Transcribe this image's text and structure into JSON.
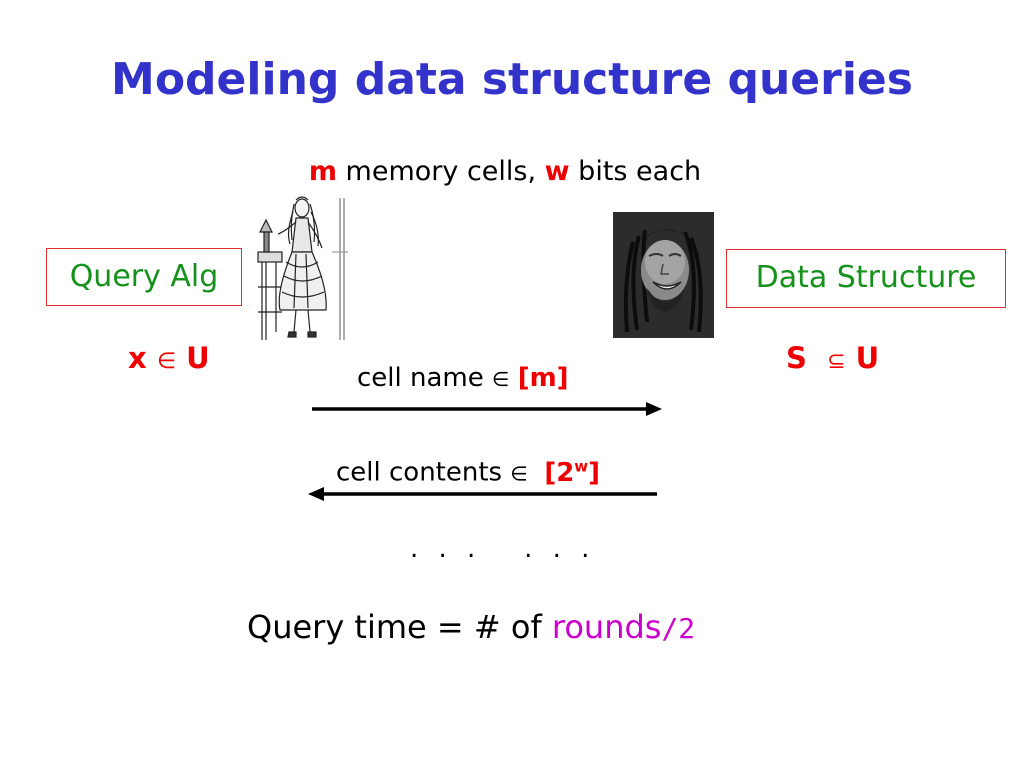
{
  "slide": {
    "title": "Modeling data structure queries",
    "memory": {
      "m_var": "m",
      "m_text": " memory cells, ",
      "w_var": "w",
      "w_text": " bits each"
    },
    "left_party": {
      "box_label": "Query Alg",
      "domain_var": "x",
      "domain_symbol": "∈",
      "domain_set": "U"
    },
    "right_party": {
      "box_label": "Data Structure",
      "domain_var": "S",
      "domain_symbol": "⊆",
      "domain_set": "U"
    },
    "messages": [
      {
        "label": "cell name ",
        "symbol": "∈",
        "value": "[m]",
        "direction": "right"
      },
      {
        "label": "cell contents ",
        "symbol": "∈",
        "value_base": "[2",
        "value_sup": "w",
        "value_close": "]",
        "direction": "left"
      }
    ],
    "ellipsis": ". . .   . . .",
    "footer": {
      "prefix": "Query time = # of ",
      "accent": "rounds",
      "accent_tail": "/2"
    },
    "images": {
      "left": "alice-illustration",
      "right": "bob-marley-photo"
    },
    "colors": {
      "title": "#3333cc",
      "variable": "#ee0000",
      "box_text": "#15911c",
      "box_border": "#e03030",
      "accent": "#cc00cc"
    }
  }
}
